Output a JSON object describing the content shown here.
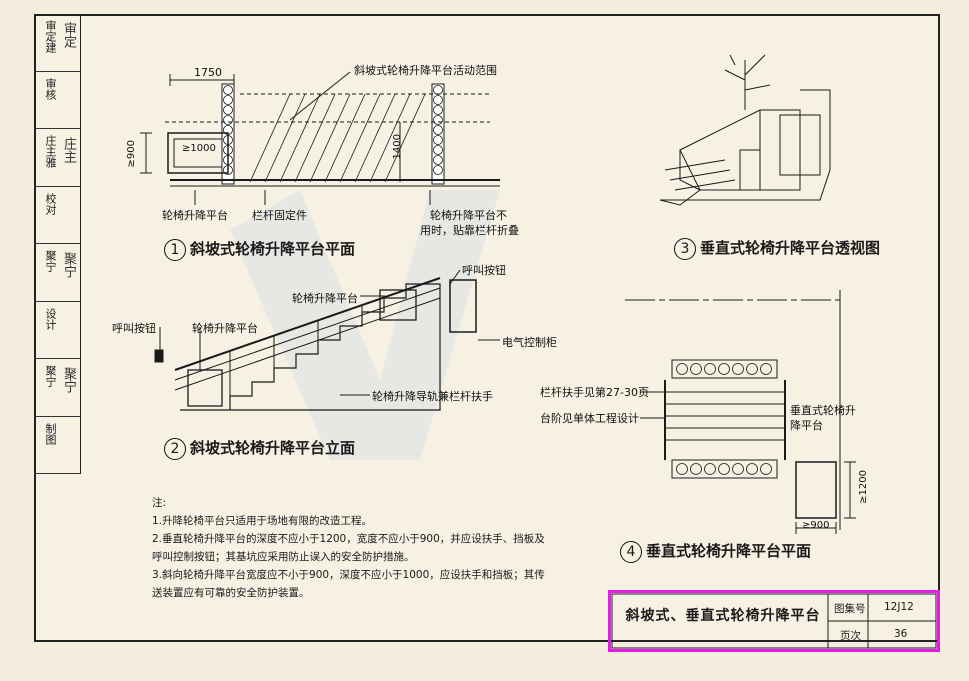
{
  "sidebar": {
    "rows": [
      {
        "label": "审定建",
        "sig": "审定"
      },
      {
        "label": "审核",
        "sig": ""
      },
      {
        "label": "庄主雅",
        "sig": "庄主"
      },
      {
        "label": "校对",
        "sig": ""
      },
      {
        "label": "聚宁",
        "sig": "聚宁"
      },
      {
        "label": "设计",
        "sig": ""
      },
      {
        "label": "聚宁",
        "sig": "聚宁"
      },
      {
        "label": "制图",
        "sig": ""
      }
    ]
  },
  "figure1": {
    "caption_num": "1",
    "caption": "斜坡式轮椅升降平台平面",
    "dim_width": "1750",
    "dim_depth": "≥900",
    "dim_length": "≥1000",
    "dim_rail": "1400",
    "label_range": "斜坡式轮椅升降平台活动范围",
    "label_platform": "轮椅升降平台",
    "label_railing": "栏杆固定件",
    "label_fold_1": "轮椅升降平台不",
    "label_fold_2": "用时，贴靠栏杆折叠"
  },
  "figure2": {
    "caption_num": "2",
    "caption": "斜坡式轮椅升降平台立面",
    "label_call_top": "呼叫按钮",
    "label_platform_top": "轮椅升降平台",
    "label_call_left": "呼叫按钮",
    "label_platform_left": "轮椅升降平台",
    "label_cabinet": "电气控制柜",
    "label_guide": "轮椅升降导轨兼栏杆扶手"
  },
  "figure3": {
    "caption_num": "3",
    "caption": "垂直式轮椅升降平台透视图"
  },
  "figure4": {
    "caption_num": "4",
    "caption": "垂直式轮椅升降平台平面",
    "label_handrail": "栏杆扶手见第27-30页",
    "label_steps": "台阶见单体工程设计",
    "label_lift_1": "垂直式轮椅升",
    "label_lift_2": "降平台",
    "dim_1200": "≥1200",
    "dim_900": "≥900"
  },
  "notes": {
    "heading": "注:",
    "lines": [
      "1.升降轮椅平台只适用于场地有限的改造工程。",
      "2.垂直轮椅升降平台的深度不应小于1200，宽度不应小于900，并应设扶手、挡板及",
      "呼叫控制按钮；其基坑应采用防止误入的安全防护措施。",
      "3.斜向轮椅升降平台宽度应不小于900，深度不应小于1000，应设扶手和挡板；其传",
      "送装置应有可靠的安全防护装置。"
    ]
  },
  "titleblock": {
    "title": "斜坡式、垂直式轮椅升降平台",
    "atlas_label": "图集号",
    "atlas_value": "12J12",
    "page_label": "页次",
    "page_value": "36"
  },
  "colors": {
    "line": "#1a1a1a",
    "highlight": "#e61ce6",
    "paper": "#f7f1e3"
  }
}
